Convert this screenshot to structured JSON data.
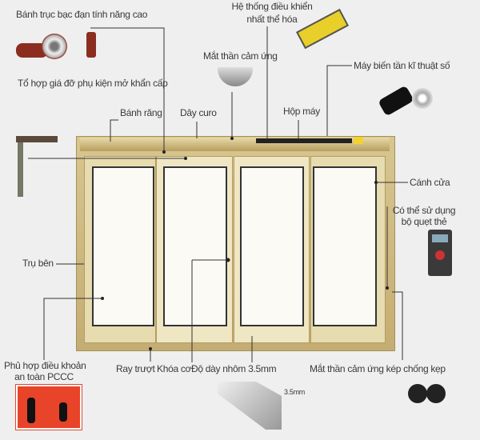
{
  "labels": {
    "bearing_wheel": "Bánh trục bạc đạn tính năng cao",
    "emergency_bracket": "Tổ hợp giá đỡ phụ kiện mở khẩn cấp",
    "control_system_1": "Hệ thống điều khiển",
    "control_system_2": "nhất thể hóa",
    "sensor": "Mắt thần cảm ứng",
    "inverter": "Máy biến tần kĩ thuật số",
    "gear": "Bánh răng",
    "belt": "Dây curo",
    "motor_box": "Hộp máy",
    "door_leaf": "Cánh cửa",
    "card_reader_1": "Có thể sử dụng",
    "card_reader_2": "bộ quẹt thẻ",
    "side_post": "Trụ bên",
    "fire_safety_1": "Phủ hợp điều khoản",
    "fire_safety_2": "an toàn PCCC",
    "rail": "Ray trượt",
    "lock": "Khóa cơ",
    "aluminum": "Độ dày nhôm 3.5mm",
    "thickness": "3.5mm",
    "anti_pinch_sensor": "Mắt thần cảm ứng kép chống kẹp"
  },
  "colors": {
    "frame": "#c9b27a",
    "glass": "#fbfaf4",
    "fire_sign": "#e8442a"
  }
}
